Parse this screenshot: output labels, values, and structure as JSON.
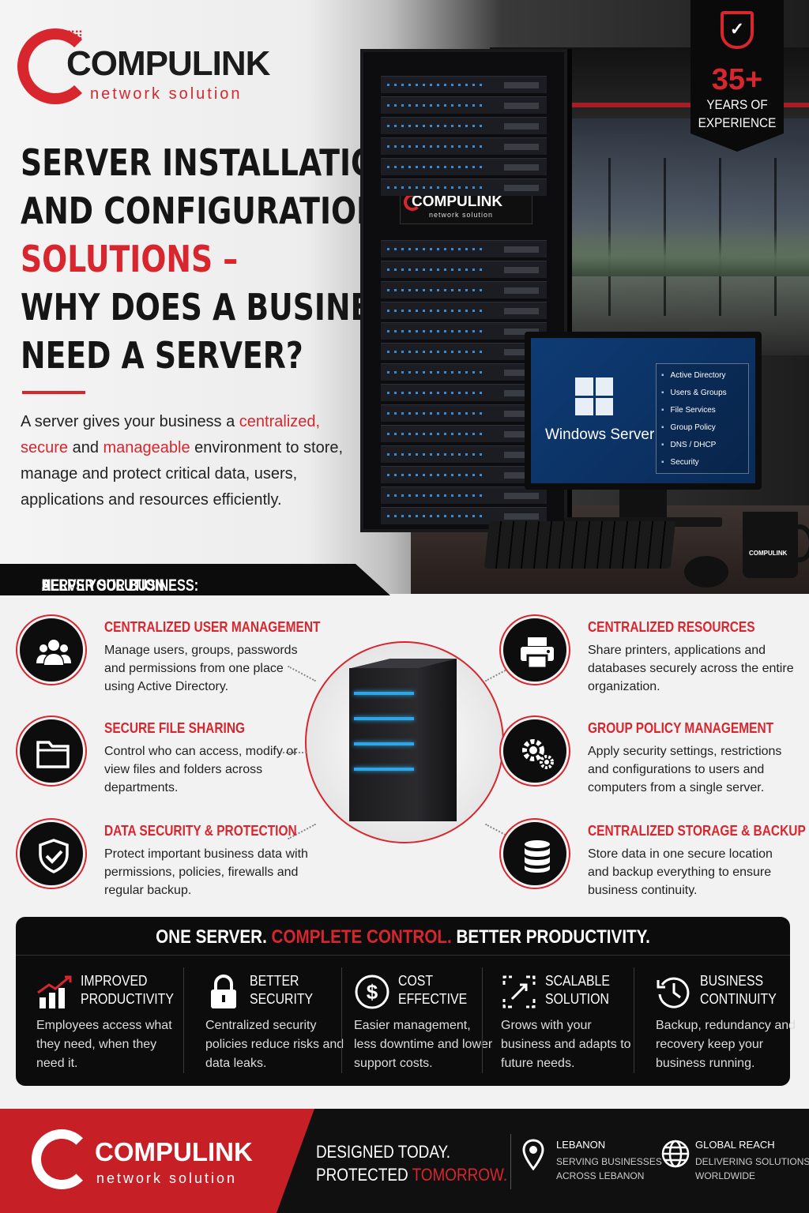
{
  "brand": {
    "name": "COMPULINK",
    "tagline": "network solution"
  },
  "colors": {
    "accent": "#d7262e",
    "dark": "#0c0c0d",
    "light": "#f2f2f2"
  },
  "badge": {
    "number": "35+",
    "line1": "YEARS OF",
    "line2": "EXPERIENCE",
    "icon": "shield-check-icon"
  },
  "headline": {
    "line1": "SERVER INSTALLATION",
    "line2": "AND CONFIGURATION",
    "line3": "SOLUTIONS –",
    "line4": "WHY DOES A BUSINESS",
    "line5": "NEED A SERVER?"
  },
  "intro": {
    "p1": "A server gives your business a ",
    "h1": "centralized,",
    "h2": "secure",
    "p2": " and ",
    "h3": "manageable",
    "p3": " environment to store, manage and protect critical data, users, applications and resources efficiently."
  },
  "rack_plate": {
    "name": "COMPULINK",
    "tag": "network solution"
  },
  "monitor": {
    "title": "Windows Server",
    "menu": [
      "Active Directory",
      "Users & Groups",
      "File Services",
      "Group Policy",
      "DNS / DHCP",
      "Security"
    ]
  },
  "mug_text": "COMPULINK",
  "banner": {
    "pre": "A ",
    "highlight": "SERVER SOLUTION",
    "post": " HELPS YOUR BUSINESS:"
  },
  "features": {
    "user_mgmt": {
      "title": "CENTRALIZED USER MANAGEMENT",
      "text": "Manage users, groups, passwords and permissions from one place using Active Directory.",
      "icon": "users-icon"
    },
    "file_sharing": {
      "title": "SECURE FILE SHARING",
      "text": "Control who can access, modify or view files and folders across departments.",
      "icon": "folder-icon"
    },
    "data_security": {
      "title": "DATA SECURITY & PROTECTION",
      "text": "Protect important business data with permissions, policies, firewalls and regular backup.",
      "icon": "shield-check-icon"
    },
    "resources": {
      "title": "CENTRALIZED RESOURCES",
      "text": "Share printers, applications and databases securely across the entire organization.",
      "icon": "printer-icon"
    },
    "group_policy": {
      "title": "GROUP POLICY MANAGEMENT",
      "text": "Apply security settings, restrictions and configurations to users and computers from a single server.",
      "icon": "gears-icon"
    },
    "storage": {
      "title": "CENTRALIZED STORAGE & BACKUP",
      "text": "Store data in one secure location and backup everything to ensure business continuity.",
      "icon": "database-icon"
    }
  },
  "benefits": {
    "title_pre": "ONE SERVER. ",
    "title_mid": "COMPLETE CONTROL.",
    "title_post": " BETTER PRODUCTIVITY.",
    "items": [
      {
        "l1": "IMPROVED",
        "l2": "PRODUCTIVITY",
        "text": "Employees access what they need, when they need it.",
        "icon": "growth-chart-icon"
      },
      {
        "l1": "BETTER",
        "l2": "SECURITY",
        "text": "Centralized security policies reduce risks and data leaks.",
        "icon": "padlock-icon"
      },
      {
        "l1": "COST",
        "l2": "EFFECTIVE",
        "text": "Easier management, less downtime and lower support costs.",
        "icon": "dollar-icon"
      },
      {
        "l1": "SCALABLE",
        "l2": "SOLUTION",
        "text": "Grows with your business and adapts to future needs.",
        "icon": "expand-icon"
      },
      {
        "l1": "BUSINESS",
        "l2": "CONTINUITY",
        "text": "Backup, redundancy and recovery keep your business running.",
        "icon": "history-icon"
      }
    ]
  },
  "footer": {
    "slogan1": "DESIGNED TODAY.",
    "slogan2a": "PROTECTED ",
    "slogan2b": "TOMORROW.",
    "loc1": {
      "title": "LEBANON",
      "s1": "SERVING BUSINESSES",
      "s2": "ACROSS LEBANON",
      "icon": "location-pin-icon"
    },
    "loc2": {
      "title": "GLOBAL REACH",
      "s1": "DELIVERING SOLUTIONS",
      "s2": "WORLDWIDE",
      "icon": "globe-icon"
    }
  }
}
